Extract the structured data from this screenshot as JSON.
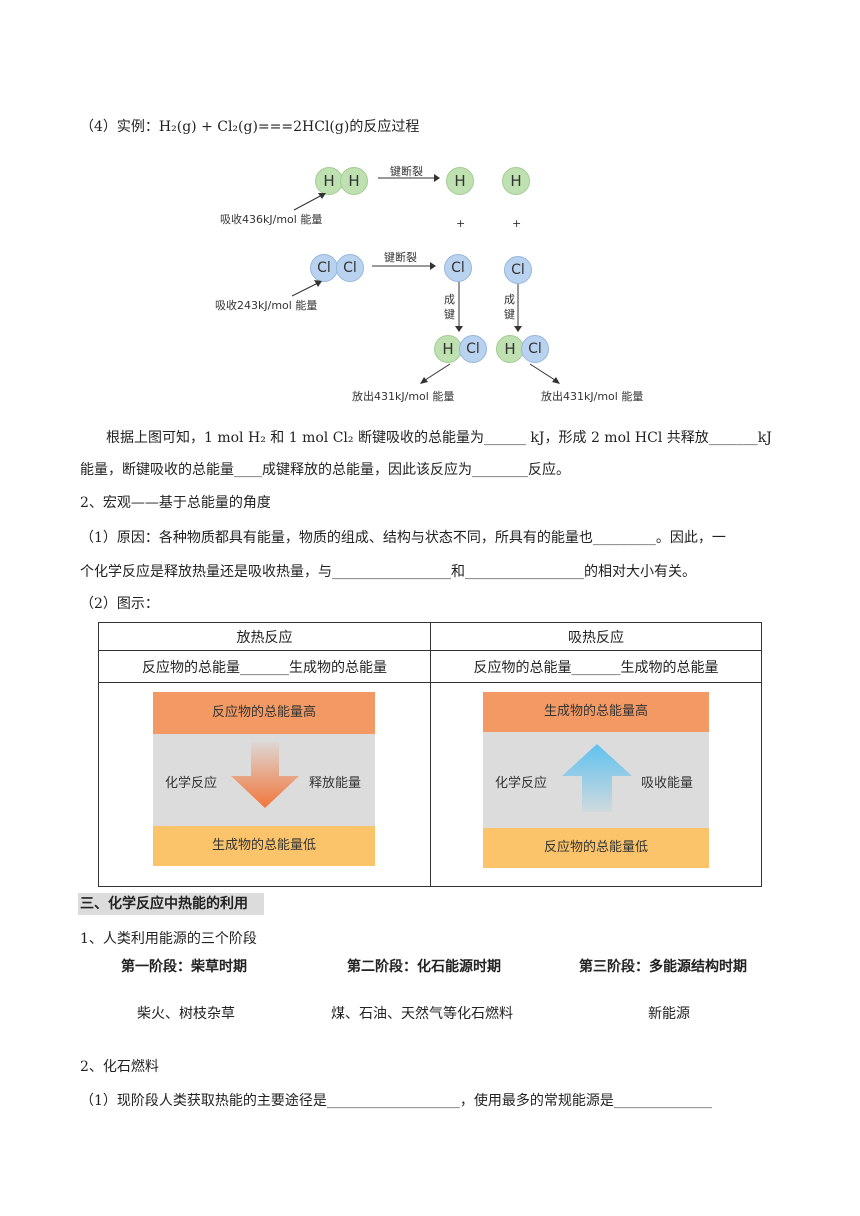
{
  "example_heading": "（4）实例：H₂(g) + Cl₂(g)===2HCl(g)的反应过程",
  "diagram": {
    "atoms": {
      "h": "H",
      "cl": "Cl"
    },
    "bond_break_label": "键断裂",
    "plus": "+",
    "bond_form_label_1": "成",
    "bond_form_label_2": "键",
    "absorb_h2": "吸收436kJ/mol 能量",
    "absorb_cl2": "吸收243kJ/mol 能量",
    "release_1": "放出431kJ/mol 能量",
    "release_2": "放出431kJ/mol 能量"
  },
  "para1_line1": "根据上图可知，1 mol H₂ 和 1 mol Cl₂ 断键吸收的总能量为______ kJ，形成 2 mol HCl 共释放_______kJ",
  "para1_line2": "能量，断键吸收的总能量____成键释放的总能量，因此该反应为________反应。",
  "section2_heading": "2、宏观——基于总能量的角度",
  "cause_line1": "（1）原因：各种物质都具有能量，物质的组成、结构与状态不同，所具有的能量也_________。因此，一",
  "cause_line2": "个化学反应是释放热量还是吸收热量，与_________________和_________________的相对大小有关。",
  "figure_label": "（2）图示：",
  "table": {
    "col1_header": "放热反应",
    "col2_header": "吸热反应",
    "col1_compare": "反应物的总能量_______生成物的总能量",
    "col2_compare": "反应物的总能量_______生成物的总能量",
    "exo": {
      "top": "反应物的总能量高",
      "left": "化学反应",
      "right": "释放能量",
      "bottom": "生成物的总能量低"
    },
    "endo": {
      "top": "生成物的总能量高",
      "left": "化学反应",
      "right": "吸收能量",
      "bottom": "反应物的总能量低"
    }
  },
  "section3_heading": "三、化学反应中热能的利用",
  "stages_heading": "1、人类利用能源的三个阶段",
  "stages": [
    {
      "title": "第一阶段：柴草时期",
      "content": "柴火、树枝杂草"
    },
    {
      "title": "第二阶段：化石能源时期",
      "content": "煤、石油、天然气等化石燃料"
    },
    {
      "title": "第三阶段：多能源结构时期",
      "content": "新能源"
    }
  ],
  "fossil_heading": "2、化石燃料",
  "fossil_line1": "（1）现阶段人类获取热能的主要途径是___________________，使用最多的常规能源是______________",
  "colors": {
    "h_atom": "#bfe0b0",
    "cl_atom": "#b8d2ef",
    "orange_bar": "#f39a64",
    "yellow_bar": "#fbc46b",
    "gray_mid": "#dcdcdc",
    "down_arrow": "#f2763a",
    "up_arrow": "#5fc1ef"
  }
}
